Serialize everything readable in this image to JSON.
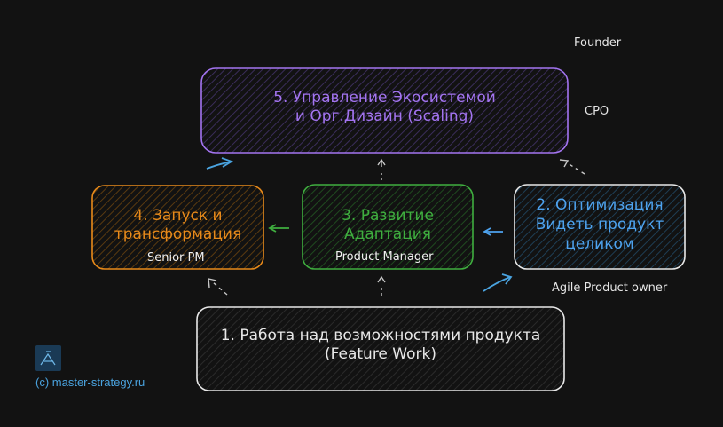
{
  "nodes": {
    "scaling": {
      "line1": "5. Управление Экосистемой",
      "line2": "и Орг.Дизайн (Scaling)",
      "color": "#a374f0",
      "role": "Founder",
      "role2": "CPO"
    },
    "launch": {
      "line1": "4. Запуск и",
      "line2": "трансформация",
      "color": "#e88a1a",
      "sub": "Senior PM"
    },
    "development": {
      "line1": "3. Развитие",
      "line2": "Адаптация",
      "color": "#3fae3f",
      "sub": "Product Manager"
    },
    "optimization": {
      "line1": "2. Оптимизация",
      "line2": "Видеть продукт",
      "line3": "целиком",
      "color": "#4ea3ef",
      "role": "Agile Product owner"
    },
    "feature": {
      "line1": "1. Работа над возможностями продукта",
      "line2": "(Feature Work)",
      "color": "#e8e8e8"
    }
  },
  "colors": {
    "background": "#121212",
    "link_arrow": "#4aa3df",
    "dashed_arrow": "#c8c8c8",
    "green_arrow": "#3fae3f",
    "blue_arrow": "#4ea3ef"
  },
  "icons": {
    "logo": "master-strategy-logo-icon"
  },
  "footer": {
    "credit": "(c) master-strategy.ru"
  }
}
